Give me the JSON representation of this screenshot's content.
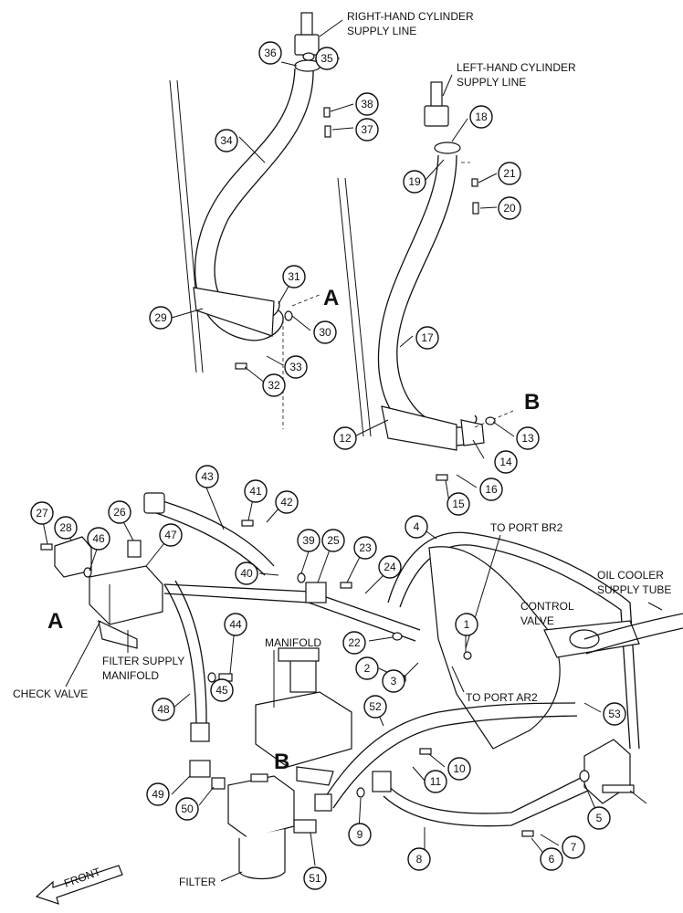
{
  "labels": {
    "right_cyl": [
      "RIGHT-HAND CYLINDER",
      "SUPPLY LINE"
    ],
    "left_cyl": [
      "LEFT-HAND CYLINDER",
      "SUPPLY LINE"
    ],
    "to_port_br": "TO PORT BR2",
    "oil_cooler": [
      "OIL COOLER",
      "SUPPLY TUBE"
    ],
    "control_valve": [
      "CONTROL",
      "VALVE"
    ],
    "manifold": "MANIFOLD",
    "filter_supply": [
      "FILTER SUPPLY",
      "MANIFOLD"
    ],
    "check_valve": "CHECK VALVE",
    "to_port_ar": "TO PORT AR2",
    "filter": "FILTER",
    "front": "FRONT",
    "ref_a": "A",
    "ref_b": "B"
  },
  "callouts": [
    "36",
    "35",
    "38",
    "37",
    "34",
    "31",
    "30",
    "29",
    "33",
    "32",
    "18",
    "21",
    "19",
    "20",
    "17",
    "13",
    "12",
    "14",
    "16",
    "15",
    "43",
    "41",
    "42",
    "27",
    "28",
    "46",
    "26",
    "47",
    "39",
    "25",
    "23",
    "24",
    "40",
    "4",
    "1",
    "22",
    "2",
    "3",
    "44",
    "45",
    "48",
    "52",
    "53",
    "10",
    "11",
    "49",
    "50",
    "9",
    "5",
    "7",
    "6",
    "8",
    "51"
  ]
}
